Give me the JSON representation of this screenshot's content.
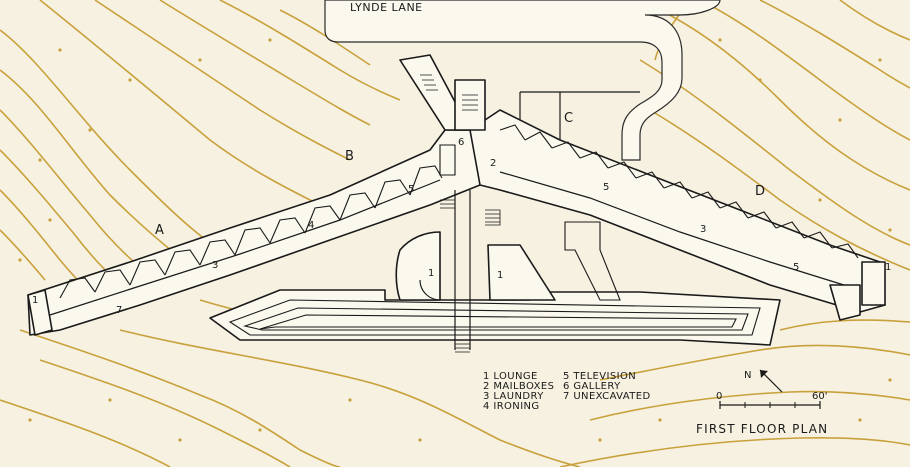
{
  "road": {
    "name": "LYNDE LANE"
  },
  "wings": [
    "A",
    "B",
    "C",
    "D"
  ],
  "rooms": {
    "lounge_left": "1",
    "lounge_center_a": "1",
    "lounge_center_b": "1",
    "lounge_right": "1",
    "gallery": "6",
    "mailboxes": "2",
    "laundry_a": "3",
    "laundry_d": "3",
    "ironing": "4",
    "tv_b": "5",
    "tv_c": "5",
    "tv_d": "5",
    "unexcavated": "7"
  },
  "legend": [
    "1 LOUNGE",
    "2 MAILBOXES",
    "3 LAUNDRY",
    "4 IRONING",
    "5 TELEVISION",
    "6 GALLERY",
    "7 UNEXCAVATED"
  ],
  "north": {
    "label": "N"
  },
  "scale": {
    "start": "0",
    "end": "60'"
  },
  "title": "FIRST FLOOR PLAN",
  "colors": {
    "paper": "#f6f1e0",
    "contour": "#c9a13c",
    "ink": "#1a1a1a"
  }
}
